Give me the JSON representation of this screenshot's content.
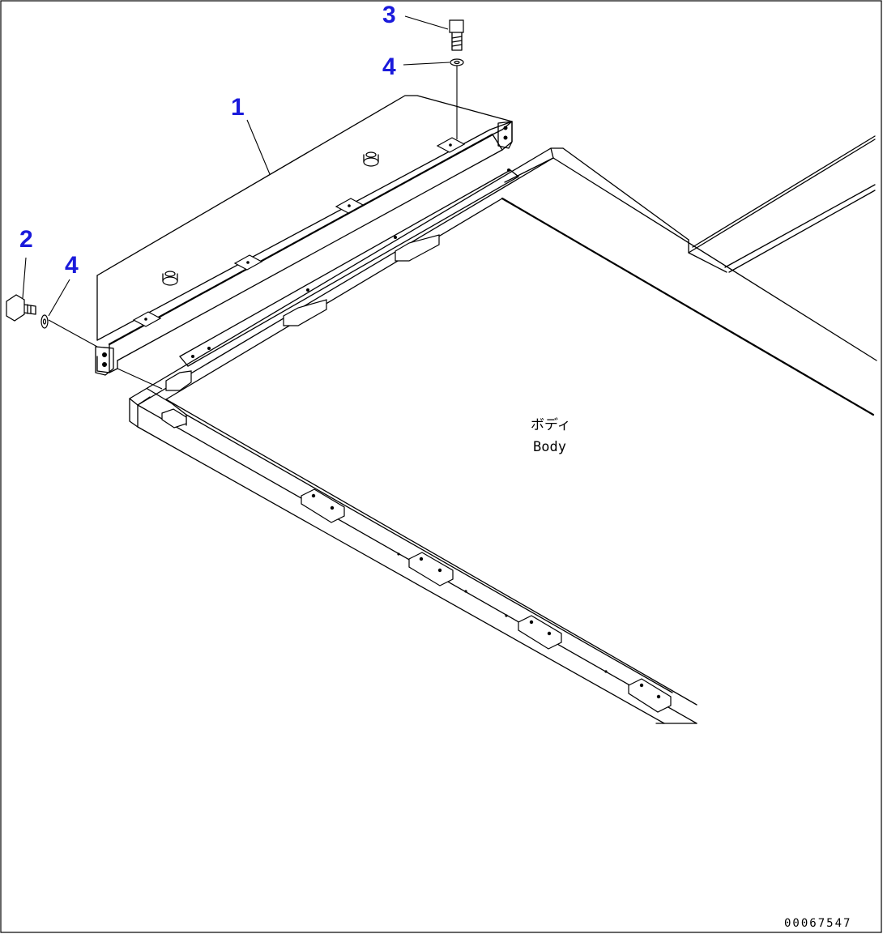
{
  "diagram": {
    "callouts": [
      {
        "id": "callout-3",
        "label": "3"
      },
      {
        "id": "callout-4-top",
        "label": "4"
      },
      {
        "id": "callout-1",
        "label": "1"
      },
      {
        "id": "callout-2",
        "label": "2"
      },
      {
        "id": "callout-4-left",
        "label": "4"
      }
    ],
    "body_label_jp": "ボディ",
    "body_label_en": "Body",
    "document_number": "00067547",
    "callout_color": "#1a1adb"
  }
}
